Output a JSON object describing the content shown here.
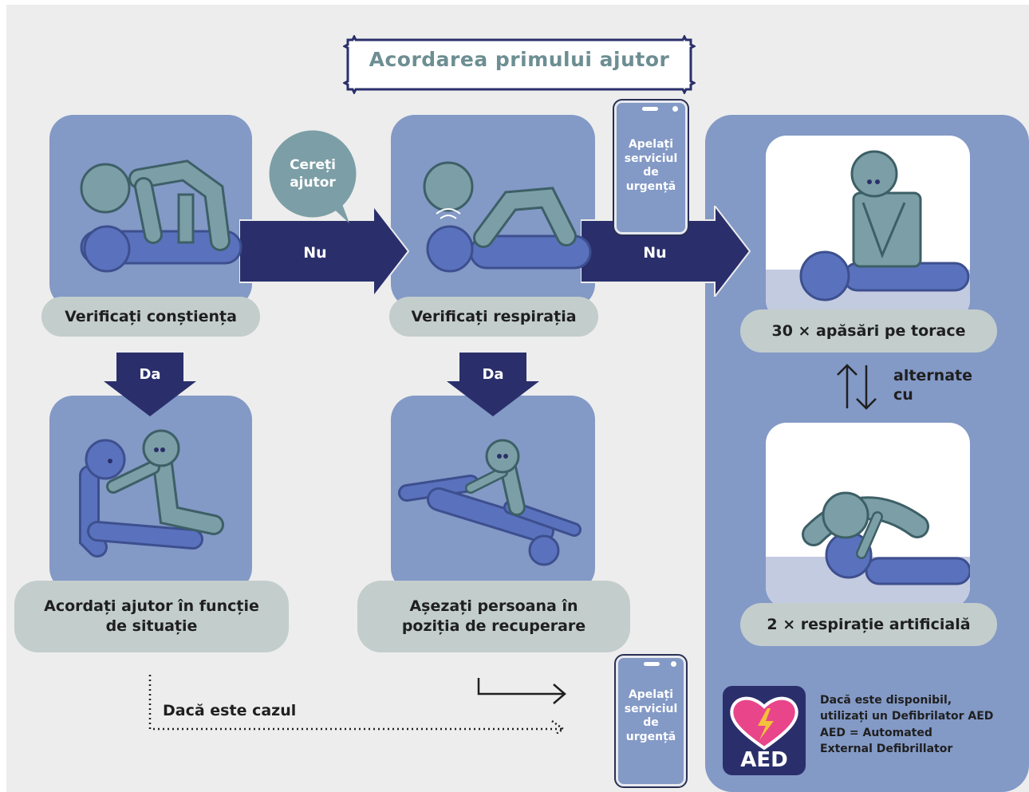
{
  "title": "Acordarea primului ajutor",
  "steps": {
    "check_consciousness": "Verificați conștiența",
    "check_breathing": "Verificați respirația",
    "help_by_situation": "Acordați ajutor în funcție de situație",
    "recovery_position": "Așezați persoana în poziția de recuperare"
  },
  "arrows": {
    "no_1": "Nu",
    "no_2": "Nu",
    "yes_1": "Da",
    "yes_2": "Da"
  },
  "bubble": "Cereți ajutor",
  "phone_top": "Apelați serviciul de urgență",
  "phone_bottom": "Apelați serviciul de urgență",
  "cpr": {
    "compressions": "30 × apăsări pe torace",
    "alternate": "alternate cu",
    "breaths": "2 × respirație artificială"
  },
  "legend": {
    "if_case": "Dacă este cazul"
  },
  "aed": {
    "badge": "AED",
    "line1": "Dacă este disponibil,",
    "line2": "utilizați un Defibrilator AED",
    "line3": "AED = Automated",
    "line4": "External Defibrillator"
  },
  "colors": {
    "card": "#8399c6",
    "navy": "#2a2f6b",
    "pill": "#c3cdcc",
    "teal_figure": "#7c9ea6",
    "blue_figure": "#5a72bd",
    "aed_heart": "#e8458b"
  }
}
